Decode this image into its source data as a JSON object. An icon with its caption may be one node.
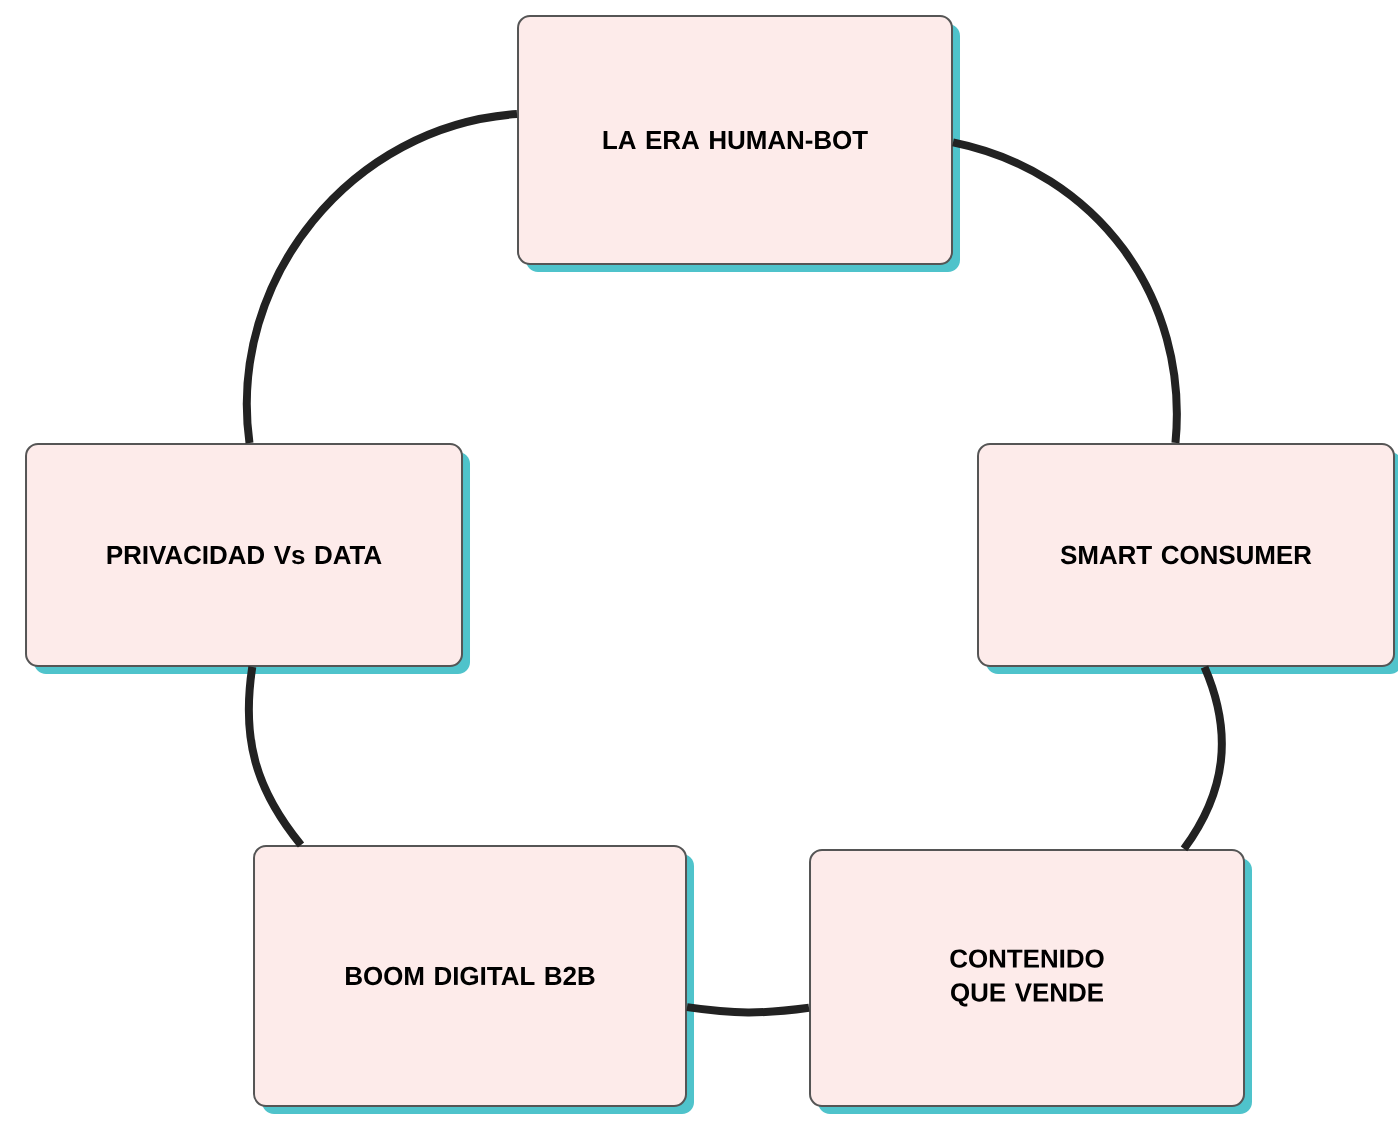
{
  "diagram": {
    "nodes": [
      {
        "text": [
          "LA ERA HUMAN-BOT"
        ]
      },
      {
        "text": [
          "SMART CONSUMER"
        ]
      },
      {
        "text": [
          "CONTENIDO QUE VENDE"
        ]
      },
      {
        "text": [
          "BOOM DIGITAL B2B"
        ]
      },
      {
        "text": [
          "PRIVACIDAD Vs DATA"
        ]
      }
    ],
    "edges": [
      {
        "from": 0,
        "to": 1,
        "arrow": "none"
      },
      {
        "from": 1,
        "to": 2,
        "arrow": "none"
      },
      {
        "from": 2,
        "to": 3,
        "arrow": "none"
      },
      {
        "from": 3,
        "to": 4,
        "arrow": "none"
      },
      {
        "from": 4,
        "to": 0,
        "arrow": "none"
      }
    ]
  }
}
